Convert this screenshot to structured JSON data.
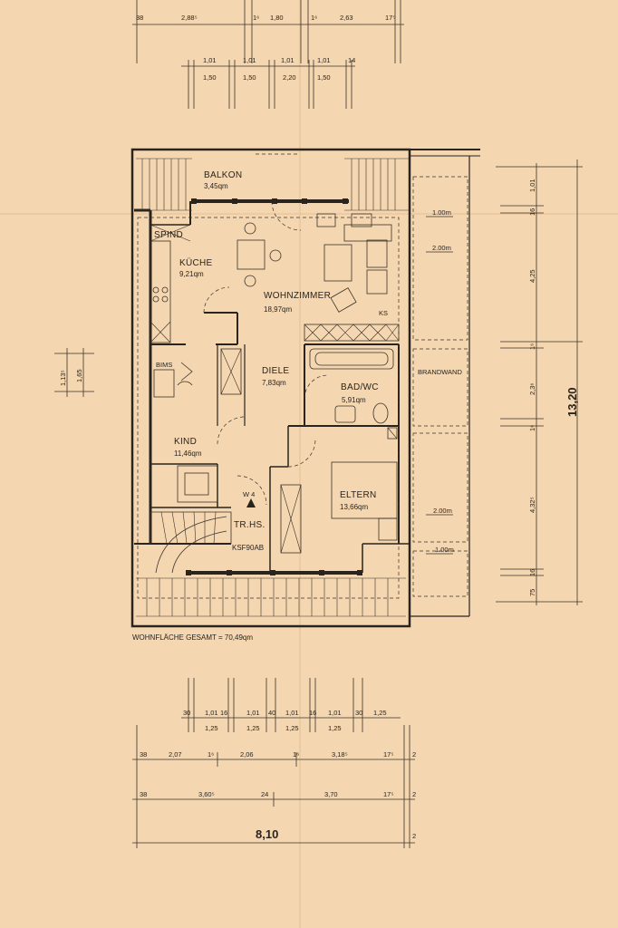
{
  "rooms": {
    "balkon": {
      "name": "BALKON",
      "area": "3,45qm"
    },
    "kueche": {
      "name": "KÜCHE",
      "area": "9,21qm"
    },
    "spind": {
      "name": "SPIND"
    },
    "wohnzimmer": {
      "name": "WOHNZIMMER",
      "area": "18,97qm"
    },
    "ks": {
      "name": "KS"
    },
    "bims": {
      "name": "BIMS"
    },
    "diele": {
      "name": "DIELE",
      "area": "7,83qm"
    },
    "bad": {
      "name": "BAD/WC",
      "area": "5,91qm"
    },
    "brandwand": {
      "name": "BRANDWAND"
    },
    "kind": {
      "name": "KIND",
      "area": "11,46qm"
    },
    "eltern": {
      "name": "ELTERN",
      "area": "13,66qm"
    },
    "w4": {
      "name": "W 4"
    },
    "trhs": {
      "name": "TR.HS."
    },
    "ksf": {
      "name": "KSF90AB"
    }
  },
  "wohnflaeche": "WOHNFLÄCHE GESAMT = 70,49qm",
  "height_marks": [
    "1.00m",
    "2.00m",
    "2.00m",
    "1.00m"
  ],
  "top_dims": {
    "row1": [
      "38",
      "2,88⁵",
      "1⁶",
      "1,80",
      "1⁶",
      "2,63",
      "17⁵"
    ],
    "row2a": [
      "1,01",
      "1,01",
      "1,01",
      "1,01",
      "14"
    ],
    "row2b": [
      "1,50",
      "1,50",
      "2,20",
      "1,50"
    ]
  },
  "right_dims": {
    "total": "13,20",
    "items": [
      "1,01",
      "16",
      "4,25",
      "1⁶",
      "2,3⁶",
      "1⁶",
      "4,32⁵",
      "16",
      "75"
    ]
  },
  "left_dims": [
    "1,13⁵",
    "1,65"
  ],
  "bottom_dims": {
    "row1a": [
      "30",
      "1,01",
      "16",
      "1,01",
      "40",
      "1,01",
      "16",
      "1,01",
      "30",
      "1,25"
    ],
    "row1b": [
      "1,25",
      "1,25",
      "1,25",
      "1,25"
    ],
    "row2": [
      "38",
      "2,07",
      "1⁶",
      "2,06",
      "1⁶",
      "3,18⁵",
      "17⁵",
      "2"
    ],
    "row3": [
      "38",
      "3,60⁵",
      "24",
      "3,70",
      "17⁵",
      "2"
    ],
    "total": "8,10",
    "end": "2"
  }
}
